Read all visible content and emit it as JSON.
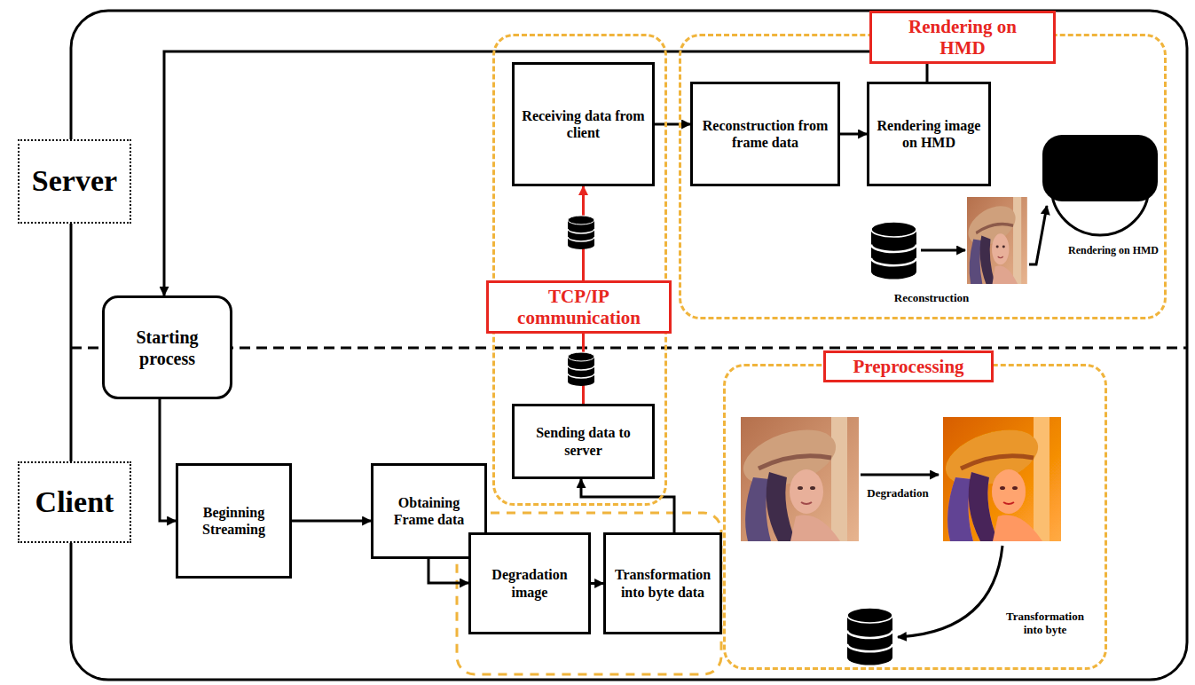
{
  "diagram": {
    "nodes": [
      {
        "text": [
          "Server"
        ]
      },
      {
        "text": [
          "TCP/IP communication"
        ]
      },
      {
        "text": [
          "Receiving data from client"
        ],
        "in": 1
      },
      {
        "text": [
          "Rendering on HMD"
        ]
      },
      {
        "text": [
          "Reconstruction from frame data"
        ],
        "in": 3
      },
      {
        "text": [
          "Rendering image on HMD"
        ],
        "in": 3
      },
      {
        "text": [
          "Starting process"
        ]
      },
      {
        "text": [
          "Sending data to server"
        ],
        "in": 1
      },
      {
        "text": [
          "Preprocessing"
        ]
      },
      {
        "text": [
          "Client"
        ]
      },
      {
        "text": [
          "Beginning Streaming"
        ]
      },
      {
        "text": [
          "Obtaining Frame data"
        ]
      },
      {
        "text": [
          "Degradation image"
        ]
      },
      {
        "text": [
          "Transformation into byte data"
        ]
      }
    ],
    "edges": [
      {
        "from": 6,
        "to": 10,
        "arrow": "to"
      },
      {
        "from": 10,
        "to": 11,
        "arrow": "to"
      },
      {
        "from": 11,
        "to": 12,
        "arrow": "to"
      },
      {
        "from": 12,
        "to": 13,
        "arrow": "to"
      },
      {
        "from": 13,
        "to": 7,
        "arrow": "to"
      },
      {
        "from": 7,
        "to": 2,
        "arrow": "to"
      },
      {
        "from": 2,
        "to": 4,
        "arrow": "to"
      },
      {
        "from": 4,
        "to": 5,
        "arrow": "to"
      },
      {
        "from": 5,
        "to": 6,
        "arrow": "to"
      }
    ],
    "labels": [
      "Reconstruction",
      "Rendering on HMD",
      "Degradation",
      "Transformation into byte"
    ]
  }
}
